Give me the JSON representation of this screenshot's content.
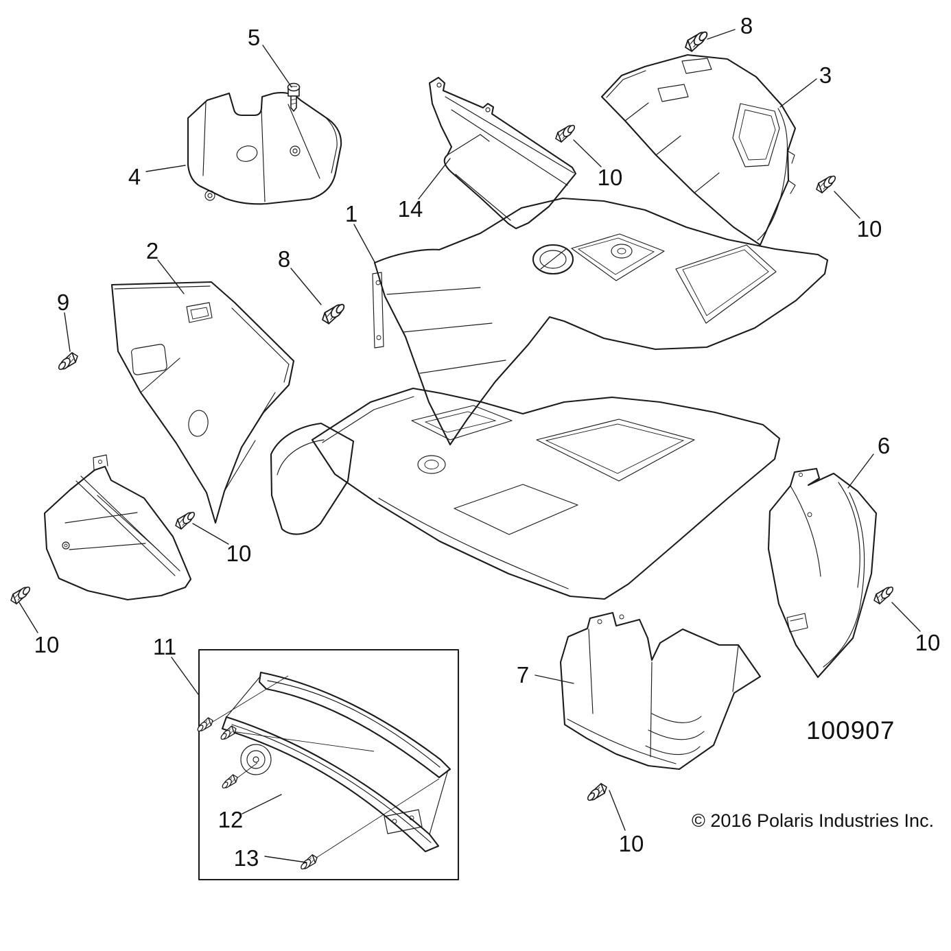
{
  "doc": {
    "figure_number": "100907",
    "copyright": "© 2016 Polaris Industries Inc."
  },
  "item_numbers": [
    "1",
    "2",
    "3",
    "4",
    "5",
    "6",
    "7",
    "8",
    "9",
    "10",
    "11",
    "12",
    "13",
    "14"
  ],
  "callouts": [
    {
      "id": "callout-5",
      "label": "5"
    },
    {
      "id": "callout-4",
      "label": "4"
    },
    {
      "id": "callout-14",
      "label": "14"
    },
    {
      "id": "callout-8-top",
      "label": "8"
    },
    {
      "id": "callout-3",
      "label": "3"
    },
    {
      "id": "callout-10-a",
      "label": "10"
    },
    {
      "id": "callout-10-b",
      "label": "10"
    },
    {
      "id": "callout-2",
      "label": "2"
    },
    {
      "id": "callout-9",
      "label": "9"
    },
    {
      "id": "callout-8-mid",
      "label": "8"
    },
    {
      "id": "callout-1",
      "label": "1"
    },
    {
      "id": "callout-6",
      "label": "6"
    },
    {
      "id": "callout-10-c",
      "label": "10"
    },
    {
      "id": "callout-10-d",
      "label": "10"
    },
    {
      "id": "callout-10-e",
      "label": "10"
    },
    {
      "id": "callout-11",
      "label": "11"
    },
    {
      "id": "callout-7",
      "label": "7"
    },
    {
      "id": "callout-10-f",
      "label": "10"
    },
    {
      "id": "callout-12",
      "label": "12"
    },
    {
      "id": "callout-13",
      "label": "13"
    }
  ]
}
